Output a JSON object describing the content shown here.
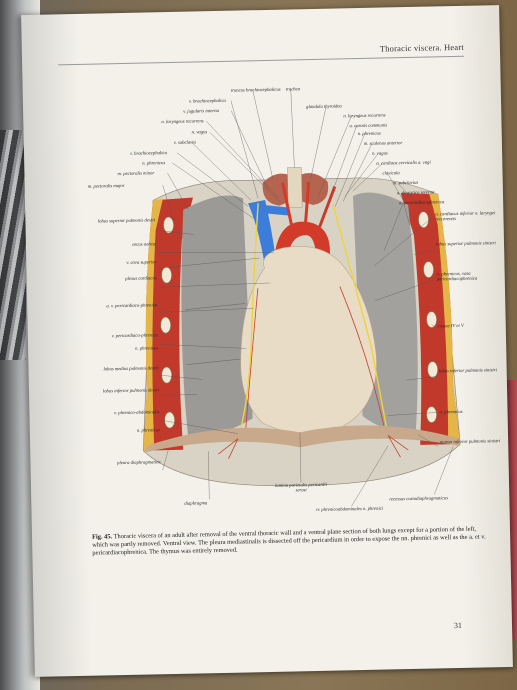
{
  "page": {
    "running_head": "Thoracic viscera. Heart",
    "page_number": "31",
    "caption_label": "Fig. 45.",
    "caption_text": "Thoracic viscera of an adult after removal of the ventral thoracic wall and a ventral plane section of both lungs except for a portion of the left, which was partly removed. Ventral view. The pleura mediastinalis is dissected off the pericardium in order to expose the nn. phrenici as well as the a. et v. pericardiacophrenica. The thymus was entirely removed."
  },
  "labels": {
    "top": [
      "truncus brachiocephalicus",
      "trachea"
    ],
    "left": [
      "v. brachiocephalica",
      "v. jugularis interna",
      "n. laryngeus recurrens",
      "n. vagus",
      "v. subclavia",
      "v. brachiocephalica",
      "n. phrenicus",
      "m. pectoralis minor",
      "m. pectoralis major",
      "lobus superior pulmonis dextri",
      "arcus aortae",
      "v. cava superior",
      "plexus cardiacus",
      "a. v. pericardiaco-phrenica",
      "v. pericardiaco-phrenica",
      "n. phrenicus",
      "lobus medius pulmonis dextri",
      "lobus inferior pulmonis dextri",
      "v. phrenico-abdominalis",
      "n. phrenicus",
      "pleura diaphragmatica"
    ],
    "right": [
      "glandula thyroidea",
      "n. laryngeus recurrens",
      "a. carotis communis",
      "n. phrenicus",
      "m. scalenus anterior",
      "n. vagus",
      "a. cardiaca cervicalis a. vagi",
      "clavicula",
      "m. subclavius",
      "a. thoracica interna",
      "a. pericardiacophrenica",
      "n. cardiacus inferior n. laryngei recurrentis",
      "lobus superior pulmonis sinistri",
      "n. phrenicus, vasa pericardiacophrenica",
      "costae IV et V",
      "lobus inferior pulmonis sinistri",
      "n. phrenicus",
      "margo inferior pulmonis sinistri"
    ],
    "bottom": [
      "lamina parietalis pericardii serosi",
      "diaphragma",
      "recessus costodiaphragmaticus",
      "rr. phrenicoabdominales n. phrenici"
    ]
  },
  "colors": {
    "paper": "#f3f1ea",
    "muscle": "#c0392b",
    "fat": "#e8c34a",
    "lung": "#9c9a97",
    "pericardium": "#e8dcc6",
    "vein": "#3b7dd8",
    "artery": "#d23a2a",
    "thyroid": "#b5654f",
    "nerve": "#f0d33a"
  }
}
